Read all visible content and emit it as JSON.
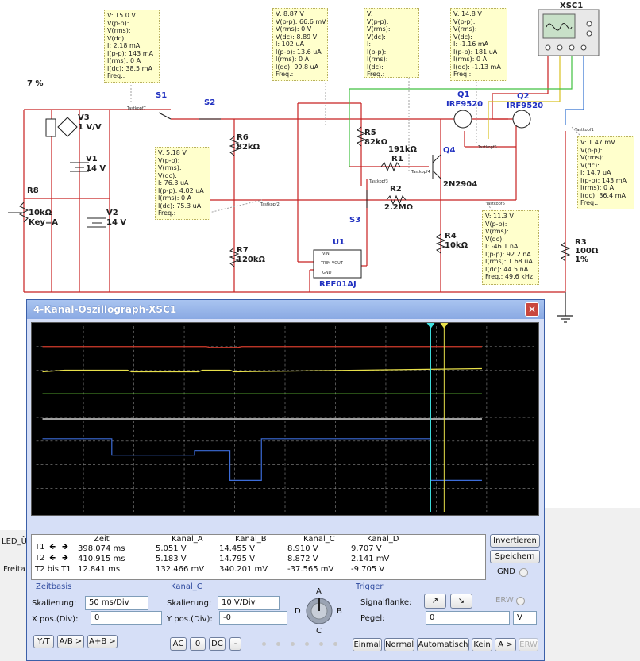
{
  "schematic": {
    "percent_label": "7 %",
    "components": {
      "s1": "S1",
      "s2": "S2",
      "s3": "S3",
      "v3_name": "V3",
      "v3_value": "1 V/V",
      "v1_name": "V1",
      "v1_value": "14 V",
      "v2_name": "V2",
      "v2_value": "14 V",
      "r8_name": "R8",
      "r8_value": "10kΩ",
      "r8_key": "Key=A",
      "r6_name": "R6",
      "r6_value": "82kΩ",
      "r7_name": "R7",
      "r7_value": "120kΩ",
      "r5_name": "R5",
      "r5_value": "82kΩ",
      "r1_name": "R1",
      "r1_value": "191kΩ",
      "r2_name": "R2",
      "r2_value": "2.2MΩ",
      "r4_name": "R4",
      "r4_value": "10kΩ",
      "r3_name": "R3",
      "r3_value": "100Ω",
      "r3_tol": "1%",
      "q1_name": "Q1",
      "q1_value": "IRF9520",
      "q2_name": "Q2",
      "q2_value": "IRF9520",
      "q4_name": "Q4",
      "q4_value": "2N2904",
      "u1_name": "U1",
      "u1_value": "REF01AJ",
      "u1_pin_vin": "VIN",
      "u1_pin_trim": "TRIM VOUT",
      "u1_pin_gnd": "GND",
      "xsc1": "XSC1",
      "probe_tags": [
        "Tastkopf7",
        "Tastkopf2",
        "Tastkopf3",
        "Tastkopf4",
        "Tastkopf5",
        "Tastkopf6",
        "Tastkopf1"
      ]
    },
    "probes": [
      {
        "lines": [
          "V: 15.0 V",
          "V(p-p):",
          "V(rms):",
          "V(dc):",
          "I: 2.18 mA",
          "I(p-p): 143 mA",
          "I(rms): 0 A",
          "I(dc): 38.5 mA",
          "Freq.:"
        ]
      },
      {
        "lines": [
          "V: 8.87 V",
          "V(p-p): 66.6 mV",
          "V(rms): 0 V",
          "V(dc): 8.89 V",
          "I: 102 uA",
          "I(p-p): 13.6 uA",
          "I(rms): 0 A",
          "I(dc): 99.8 uA",
          "Freq.:"
        ]
      },
      {
        "lines": [
          "V:",
          "V(p-p):",
          "V(rms):",
          "V(dc):",
          "I:",
          "I(p-p):",
          "I(rms):",
          "I(dc):",
          "Freq.:"
        ]
      },
      {
        "lines": [
          "V: 14.8 V",
          "V(p-p):",
          "V(rms):",
          "V(dc):",
          "I: -1.16 mA",
          "I(p-p): 181 uA",
          "I(rms): 0 A",
          "I(dc): -1.13 mA",
          "Freq.:"
        ]
      },
      {
        "lines": [
          "V: 5.18 V",
          "V(p-p):",
          "V(rms):",
          "V(dc):",
          "I: 76.3 uA",
          "I(p-p): 4.02 uA",
          "I(rms): 0 A",
          "I(dc): 75.3 uA",
          "Freq.:"
        ]
      },
      {
        "lines": [
          "V: 1.47 mV",
          "V(p-p):",
          "V(rms):",
          "V(dc):",
          "I: 14.7 uA",
          "I(p-p): 143 mA",
          "I(rms): 0 A",
          "I(dc): 36.4 mA",
          "Freq.:"
        ]
      },
      {
        "lines": [
          "V: 11.3 V",
          "V(p-p):",
          "V(rms):",
          "V(dc):",
          "I: -46.1 nA",
          "I(p-p): 92.2 nA",
          "I(rms): 1.68 uA",
          "I(dc): 44.5 nA",
          "Freq.: 49.6 kHz"
        ]
      }
    ],
    "background_side": {
      "tab1": "LED_Ü",
      "tab2": "Freita"
    }
  },
  "oscilloscope": {
    "title": "4-Kanal-Oszillograph-XSC1",
    "close_glyph": "✕",
    "table": {
      "headers": [
        "Zeit",
        "Kanal_A",
        "Kanal_B",
        "Kanal_C",
        "Kanal_D"
      ],
      "row_labels": [
        "T1",
        "T2",
        "T2 bis T1"
      ],
      "rows": [
        [
          "398.074 ms",
          "5.051 V",
          "14.455 V",
          "8.910 V",
          "9.707 V"
        ],
        [
          "410.915 ms",
          "5.183 V",
          "14.795 V",
          "8.872 V",
          "2.141 mV"
        ],
        [
          "12.841 ms",
          "132.466 mV",
          "340.201 mV",
          "-37.565 mV",
          "-9.705 V"
        ]
      ]
    },
    "arrow_left": "🡸",
    "arrow_right": "🡺",
    "buttons": {
      "invert": "Invertieren",
      "save": "Speichern",
      "gnd": "GND",
      "yt": "Y/T",
      "ab": "A/B >",
      "apb": "A+B >",
      "ac": "AC",
      "zero": "0",
      "dc": "DC",
      "minus": "-",
      "einmal": "Einmal",
      "normal": "Normal",
      "auto": "Automatisch",
      "kein": "Kein",
      "agt": "A >",
      "erw": "ERW"
    },
    "timebase": {
      "title": "Zeitbasis",
      "scale_label": "Skalierung:",
      "scale_value": "50 ms/Div",
      "xpos_label": "X pos.(Div):",
      "xpos_value": "0"
    },
    "channel": {
      "title": "Kanal_C",
      "scale_label": "Skalierung:",
      "scale_value": "10  V/Div",
      "ypos_label": "Y pos.(Div):",
      "ypos_value": "-0",
      "knob_labels": {
        "a": "A",
        "b": "B",
        "c": "C",
        "d": "D"
      }
    },
    "trigger": {
      "title": "Trigger",
      "edge_label": "Signalflanke:",
      "erw_label": "ERW",
      "level_label": "Pegel:",
      "level_value": "0",
      "level_unit": "V",
      "rising": "↗",
      "falling": "↘"
    },
    "traces": {
      "colors": {
        "A": "#d23c2c",
        "B": "#e8e04a",
        "C": "#6cd23a",
        "D": "#3c6cd8",
        "ref": "#ffffff"
      },
      "cursor_colors": {
        "T1": "#40e0e0",
        "T2": "#e8e04a"
      }
    }
  }
}
